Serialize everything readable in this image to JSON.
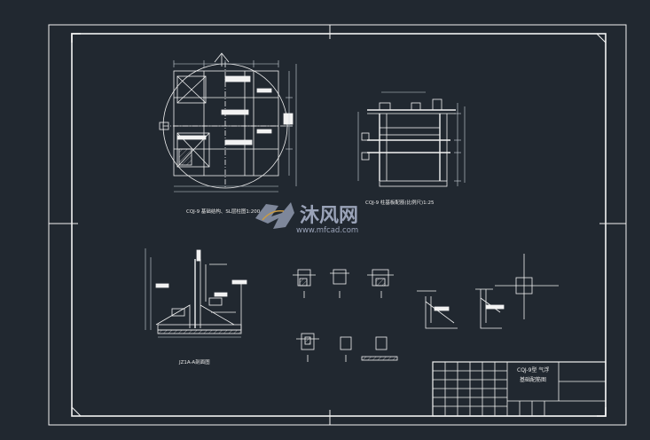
{
  "drawing": {
    "colors": {
      "background": "#212830",
      "lines": "#f2f2f2",
      "dim_lines": "#cfd6dc",
      "watermark": "#8f98ad"
    },
    "captions": {
      "plan": "CQJ-9 基础结构、SL层柱图1:200",
      "elevation": "CQJ-9 柱基板配筋(比例尺)1:25",
      "section": "JZ1A-A剖面图"
    },
    "title_block": {
      "title_line1": "CQJ-9型 气浮",
      "title_line2": "基础配筋图"
    },
    "watermark": {
      "brand": "沐风网",
      "url": "www.mfcad.com"
    }
  }
}
